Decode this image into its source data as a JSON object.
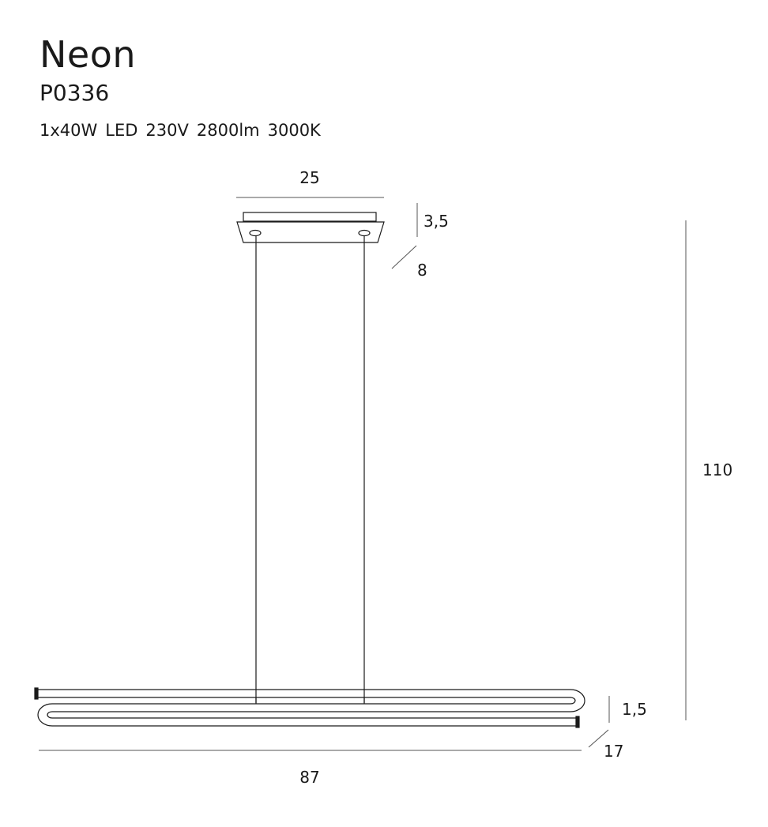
{
  "product": {
    "name": "Neon",
    "code": "P0336",
    "specs": [
      "1x40W",
      "LED",
      "230V",
      "2800lm",
      "3000K"
    ]
  },
  "dimensions": {
    "canopy_width": "25",
    "canopy_height": "3,5",
    "canopy_depth": "8",
    "total_height": "110",
    "body_height": "1,5",
    "body_depth": "17",
    "body_length": "87"
  },
  "colors": {
    "line": "#1a1a1a",
    "dim_line": "#555555"
  }
}
